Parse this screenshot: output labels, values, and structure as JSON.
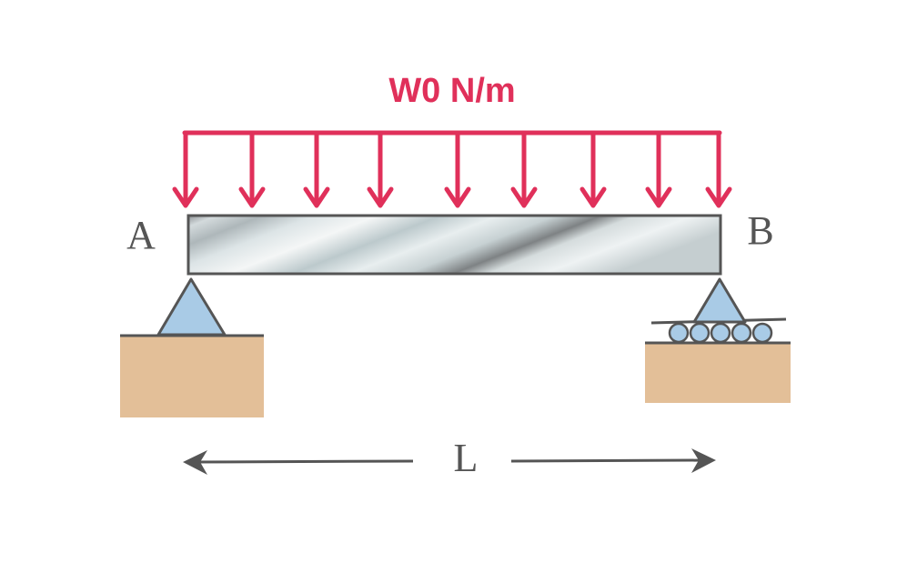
{
  "load": {
    "label": "W0 N/m"
  },
  "beam": {
    "left_end_label": "A",
    "right_end_label": "B"
  },
  "span": {
    "label": "L"
  },
  "colors": {
    "load": "#e0305a",
    "support": "#a9cbe6",
    "ground": "#e3bf98",
    "outline": "#555555",
    "text": "#555555"
  }
}
